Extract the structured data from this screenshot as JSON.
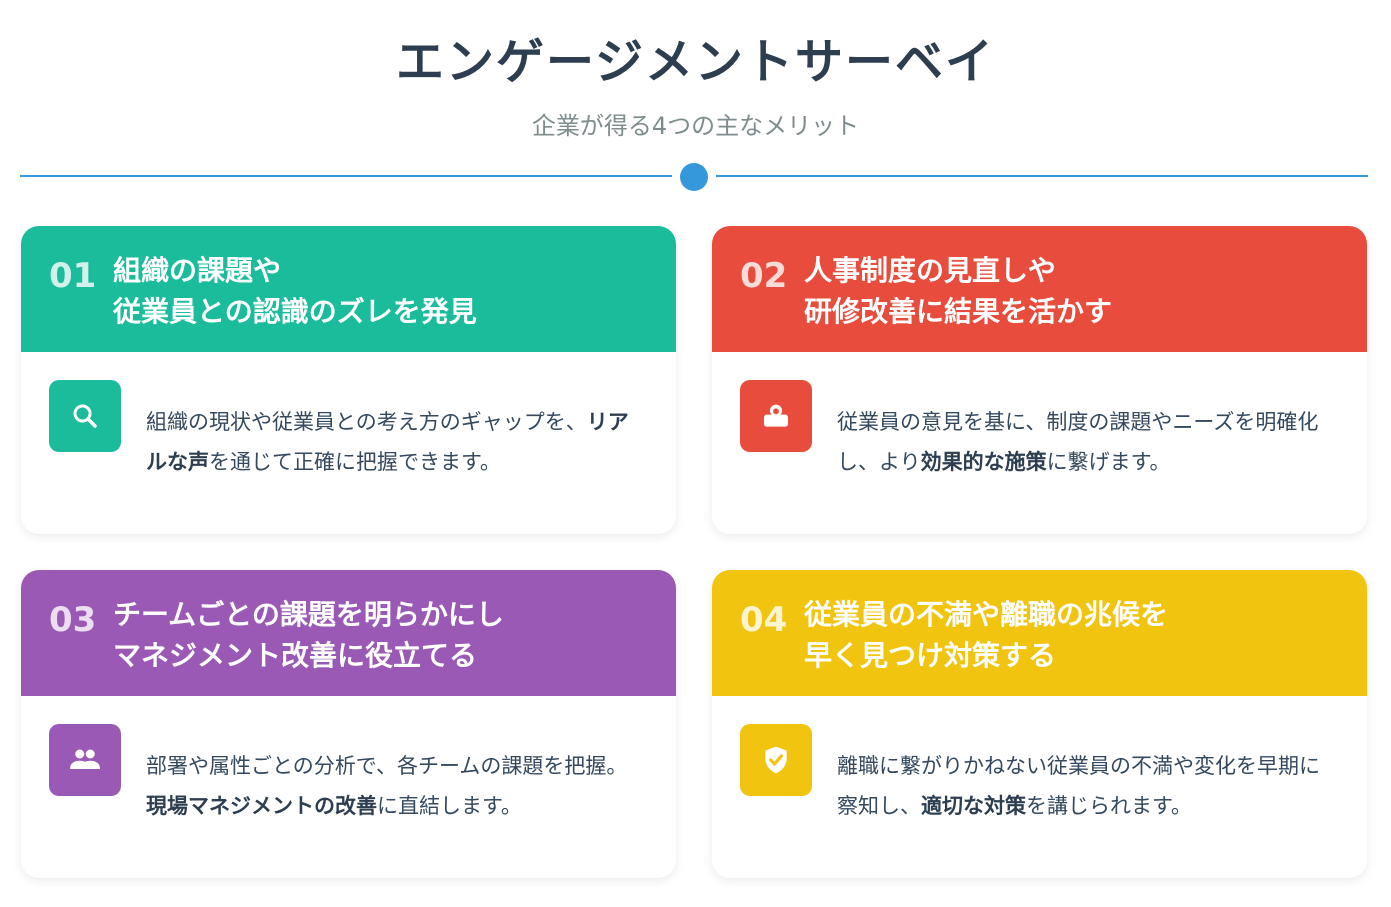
{
  "header": {
    "title": "エンゲージメントサーベイ",
    "subtitle": "企業が得る4つの主なメリット"
  },
  "colors": {
    "accent": "#3498db",
    "teal": "#1abc9c",
    "red": "#e74c3c",
    "purple": "#9b59b6",
    "yellow": "#f1c40f"
  },
  "cards": [
    {
      "number": "01",
      "title": "組織の課題や\n従業員との認識のズレを発見",
      "icon": "search-icon",
      "color": "#1abc9c",
      "desc": [
        {
          "t": "組織の現状や従業員との考え方のギャップを、",
          "b": false
        },
        {
          "t": "リアルな声",
          "b": true
        },
        {
          "t": "を通じて正確に把握できます。",
          "b": false
        }
      ]
    },
    {
      "number": "02",
      "title": "人事制度の見直しや\n研修改善に結果を活かす",
      "icon": "user-feedback-icon",
      "color": "#e74c3c",
      "desc": [
        {
          "t": "従業員の意見を基に、制度の課題やニーズを明確化し、より",
          "b": false
        },
        {
          "t": "効果的な施策",
          "b": true
        },
        {
          "t": "に繋げます。",
          "b": false
        }
      ]
    },
    {
      "number": "03",
      "title": "チームごとの課題を明らかにし\nマネジメント改善に役立てる",
      "icon": "team-icon",
      "color": "#9b59b6",
      "desc": [
        {
          "t": "部署や属性ごとの分析で、各チームの課題を把握。",
          "b": false
        },
        {
          "t": "現場マネジメントの改善",
          "b": true
        },
        {
          "t": "に直結します。",
          "b": false
        }
      ]
    },
    {
      "number": "04",
      "title": "従業員の不満や離職の兆候を\n早く見つけ対策する",
      "icon": "shield-check-icon",
      "color": "#f1c40f",
      "desc": [
        {
          "t": "離職に繋がりかねない従業員の不満や変化を早期に察知し、",
          "b": false
        },
        {
          "t": "適切な対策",
          "b": true
        },
        {
          "t": "を講じられます。",
          "b": false
        }
      ]
    }
  ]
}
